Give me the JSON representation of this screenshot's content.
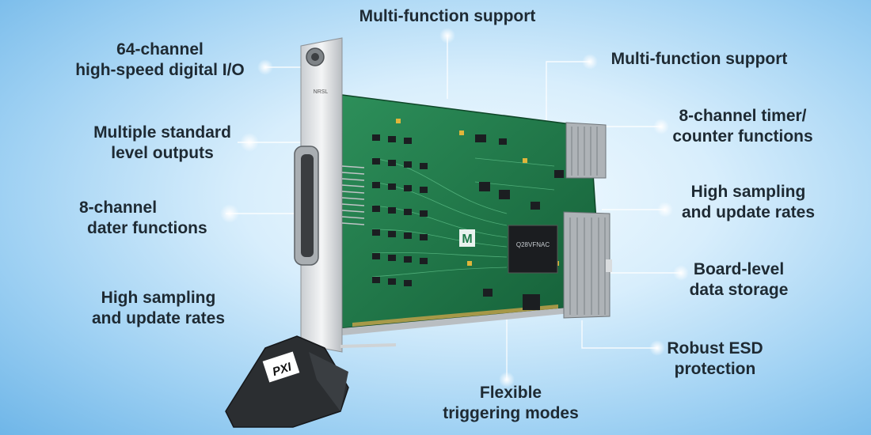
{
  "callouts": {
    "top_center": {
      "line1": "Multi-function support"
    },
    "top_right": {
      "line1": "Multi-function support"
    },
    "left_1": {
      "line1": "64-channel",
      "line2": "high-speed digital I/O"
    },
    "left_2": {
      "line1": "Multiple standard",
      "line2": "level outputs"
    },
    "left_3": {
      "line1": "8-channel",
      "line2": "dater functions"
    },
    "left_4": {
      "line1": "High sampling",
      "line2": "and update rates"
    },
    "right_1": {
      "line1": "8-channel timer/",
      "line2": "counter functions"
    },
    "right_2": {
      "line1": "High sampling",
      "line2": "and update rates"
    },
    "right_3": {
      "line1": "Board-level",
      "line2": "data storage"
    },
    "right_4": {
      "line1": "Robust ESD",
      "line2": "protection"
    },
    "bottom": {
      "line1": "Flexible",
      "line2": "triggering modes"
    }
  },
  "card": {
    "handle_label": "PXI",
    "panel_marking": "NRSL",
    "chip_marking": "Q28VFNAC",
    "logo_text": "M"
  },
  "colors": {
    "pcb": "#1f7a4a",
    "panel": "#e6e8ea",
    "handle": "#2a2d30",
    "glow": "#ffffff"
  }
}
